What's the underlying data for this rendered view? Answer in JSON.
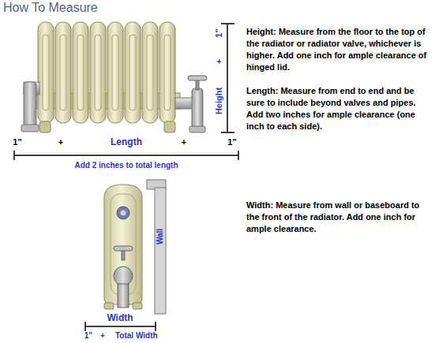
{
  "diagram": {
    "title": "How To Measure",
    "labels": [
      "Height",
      "+",
      "1\"",
      "1\"",
      "+",
      "Length",
      "+",
      "1\"",
      "Add 2 inches to total length",
      "Height: Measure from the floor to the top of the radiator or radiator valve, whichever is higher. Add one inch for ample clearance of hinged lid.",
      "Length: Measure from end to end and be sure to include beyond valves and pipes. Add two inches for ample clearance (one inch to each side).",
      "Width: Measure from wall or baseboard to the front of the radiator. Add one inch for ample clearance.",
      "Wall",
      "Width",
      "1\"",
      "+",
      "Total Width"
    ]
  }
}
